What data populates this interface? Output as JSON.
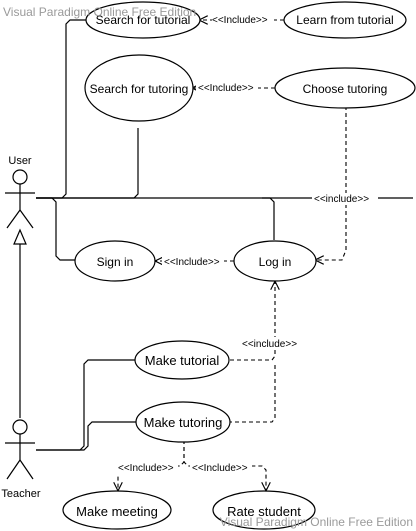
{
  "watermarks": {
    "top": "Visual Paradigm Online Free Edition",
    "bottom": "Visual Paradigm Online Free Edition"
  },
  "actors": {
    "user": "User",
    "teacher": "Teacher"
  },
  "use_cases": {
    "search_tutorial": "Search for tutorial",
    "learn_tutorial": "Learn from tutorial",
    "search_tutoring": "Search for tutoring",
    "choose_tutoring": "Choose tutoring",
    "sign_in": "Sign in",
    "log_in": "Log in",
    "make_tutorial": "Make tutorial",
    "make_tutoring": "Make tutoring",
    "make_meeting": "Make meeting",
    "rate_student": "Rate student"
  },
  "relationships": {
    "include": "<<Include>>",
    "include_lower": "<<include>>"
  }
}
